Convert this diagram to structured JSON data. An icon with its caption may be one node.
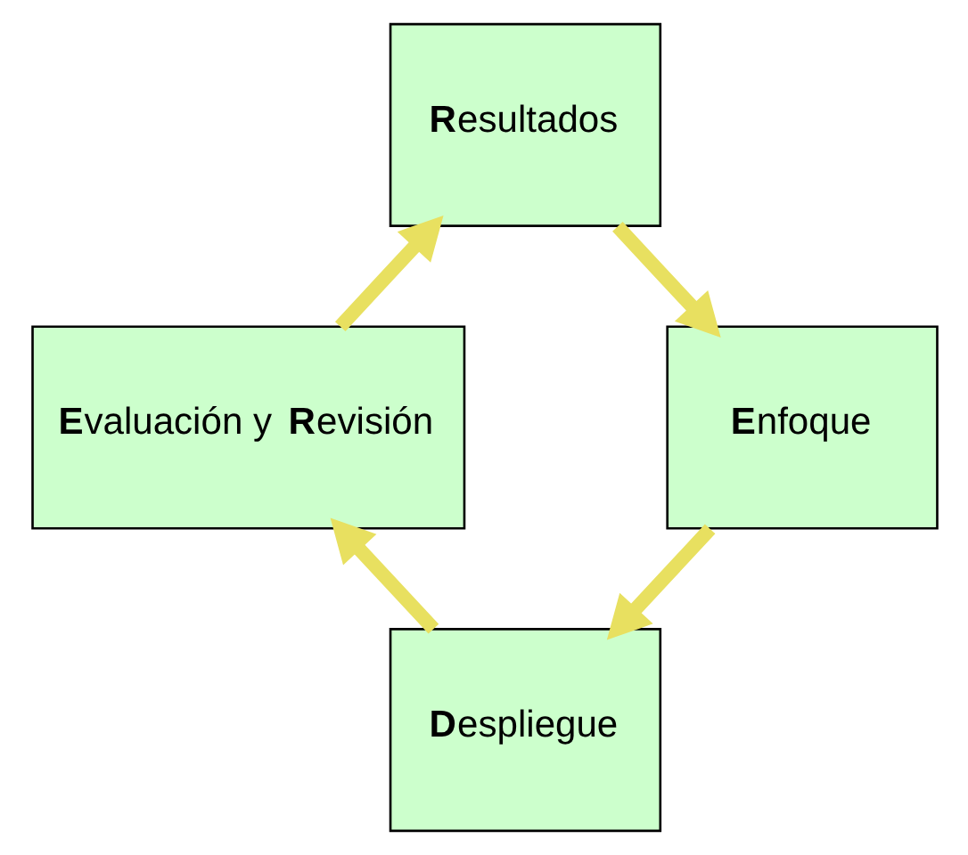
{
  "diagram": {
    "nodes": [
      {
        "text": [
          "**R**esultados"
        ]
      },
      {
        "text": [
          "**E**valuación y **R**evisión"
        ]
      },
      {
        "text": [
          "**E**nfoque"
        ]
      },
      {
        "text": [
          "**D**espliegue"
        ]
      }
    ],
    "edges": [
      {
        "from": 1,
        "to": 0,
        "arrow": "to"
      },
      {
        "from": 0,
        "to": 2,
        "arrow": "to"
      },
      {
        "from": 2,
        "to": 3,
        "arrow": "to"
      },
      {
        "from": 3,
        "to": 1,
        "arrow": "to"
      }
    ]
  }
}
